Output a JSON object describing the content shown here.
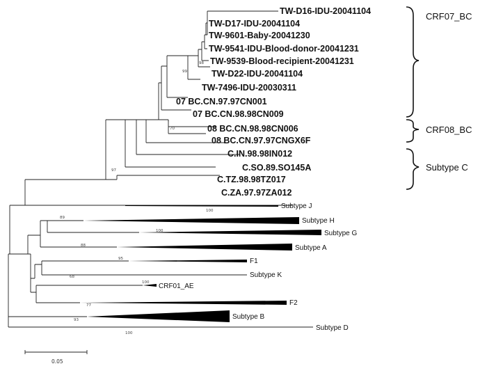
{
  "tips": {
    "t1": "TW-D16-IDU-20041104",
    "t2": "TW-D17-IDU-20041104",
    "t3": "TW-9601-Baby-20041230",
    "t4": "TW-9541-IDU-Blood-donor-20041231",
    "t5": "TW-9539-Blood-recipient-20041231",
    "t6": "TW-D22-IDU-20041104",
    "t7": "TW-7496-IDU-20030311",
    "t8": "07 BC.CN.97.97CN001",
    "t9": "07 BC.CN.98.98CN009",
    "t10": "08 BC.CN.98.98CN006",
    "t11": "08 BC.CN.97.97CNGX6F",
    "t12": "C.IN.98.98IN012",
    "t13": "C.SO.89.SO145A",
    "t14": "C.TZ.98.98TZ017",
    "t15": "C.ZA.97.97ZA012",
    "t16": "Subtype J",
    "t17": "Subtype H",
    "t18": "Subtype G",
    "t19": "Subtype A",
    "t20": "F1",
    "t21": "Subtype K",
    "t22": "CRF01_AE",
    "t23": "F2",
    "t24": "Subtype B",
    "t25": "Subtype D"
  },
  "groups": {
    "g1": "CRF07_BC",
    "g2": "CRF08_BC",
    "g3": "Subtype C"
  },
  "bootstrap": {
    "b1": "98",
    "b2": "99",
    "b3": "70",
    "b4": "97",
    "b5": "100",
    "b6": "89",
    "b7": "100",
    "b8": "88",
    "b9": "95",
    "b10": "68",
    "b11": "100",
    "b12": "77",
    "b13": "93",
    "b14": "100"
  },
  "scale": {
    "label": "0.05"
  }
}
